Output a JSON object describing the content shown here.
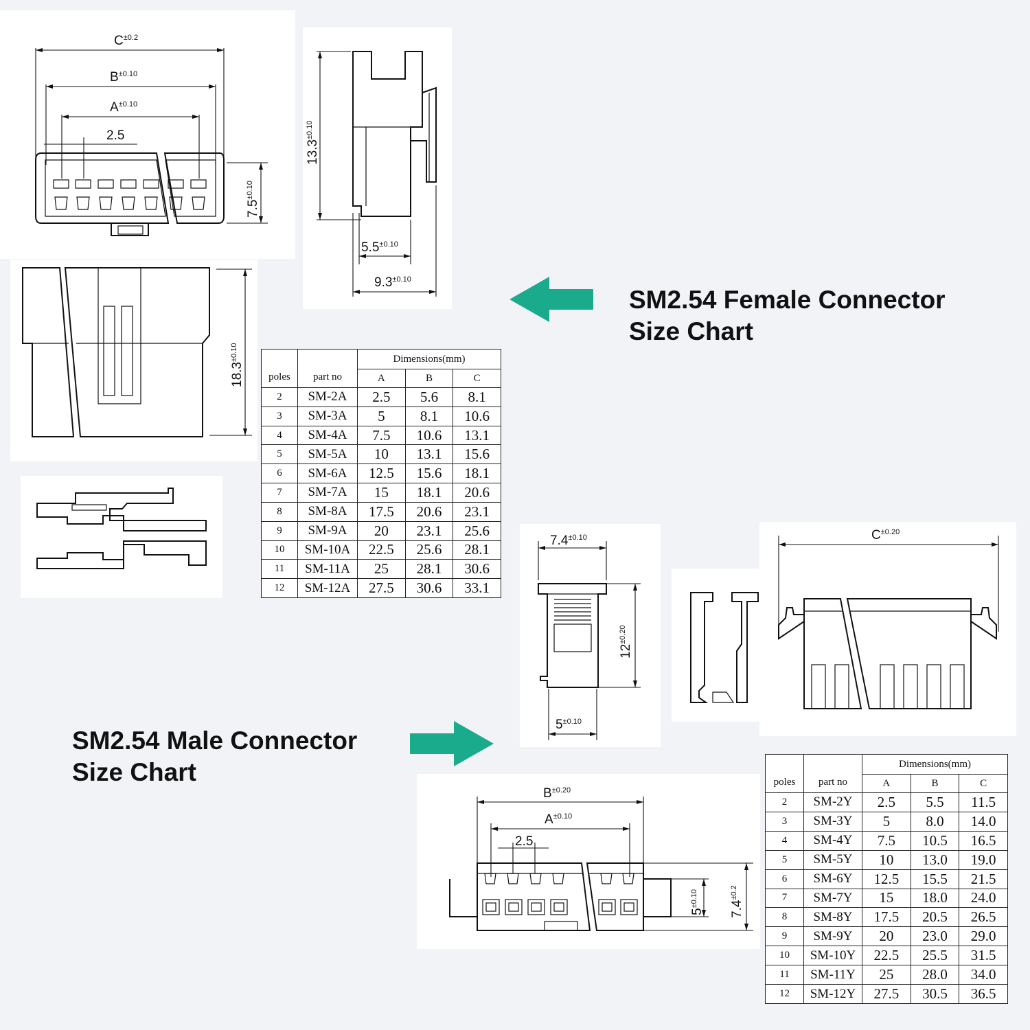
{
  "female": {
    "title_line1": "SM2.54 Female Connector",
    "title_line2": "Size Chart",
    "arrow_color": "#1aab8c",
    "front_view": {
      "dim_c": "C",
      "tol_c": "±0.2",
      "dim_b": "B",
      "tol_b": "±0.10",
      "dim_a": "A",
      "tol_a": "±0.10",
      "pitch": "2.5",
      "height": "7.5",
      "tol_height": "±0.10"
    },
    "side_view": {
      "height": "13.3",
      "tol_height": "±0.10",
      "width1": "5.5",
      "tol_width1": "±0.10",
      "width2": "9.3",
      "tol_width2": "±0.10"
    },
    "top_view": {
      "length": "18.3",
      "tol_length": "±0.10"
    },
    "table": {
      "col_poles": "poles",
      "col_part": "part no",
      "col_dims": "Dimensions(mm)",
      "col_a": "A",
      "col_b": "B",
      "col_c": "C",
      "rows": [
        {
          "poles": "2",
          "part": "SM-2A",
          "a": "2.5",
          "b": "5.6",
          "c": "8.1"
        },
        {
          "poles": "3",
          "part": "SM-3A",
          "a": "5",
          "b": "8.1",
          "c": "10.6"
        },
        {
          "poles": "4",
          "part": "SM-4A",
          "a": "7.5",
          "b": "10.6",
          "c": "13.1"
        },
        {
          "poles": "5",
          "part": "SM-5A",
          "a": "10",
          "b": "13.1",
          "c": "15.6"
        },
        {
          "poles": "6",
          "part": "SM-6A",
          "a": "12.5",
          "b": "15.6",
          "c": "18.1"
        },
        {
          "poles": "7",
          "part": "SM-7A",
          "a": "15",
          "b": "18.1",
          "c": "20.6"
        },
        {
          "poles": "8",
          "part": "SM-8A",
          "a": "17.5",
          "b": "20.6",
          "c": "23.1"
        },
        {
          "poles": "9",
          "part": "SM-9A",
          "a": "20",
          "b": "23.1",
          "c": "25.6"
        },
        {
          "poles": "10",
          "part": "SM-10A",
          "a": "22.5",
          "b": "25.6",
          "c": "28.1"
        },
        {
          "poles": "11",
          "part": "SM-11A",
          "a": "25",
          "b": "28.1",
          "c": "30.6"
        },
        {
          "poles": "12",
          "part": "SM-12A",
          "a": "27.5",
          "b": "30.6",
          "c": "33.1"
        }
      ]
    }
  },
  "male": {
    "title_line1": "SM2.54 Male Connector",
    "title_line2": "Size Chart",
    "arrow_color": "#1aab8c",
    "side_view": {
      "width": "7.4",
      "tol_width": "±0.10",
      "height": "12",
      "tol_height": "±0.20",
      "base": "5",
      "tol_base": "±0.10"
    },
    "top_view": {
      "dim_c": "C",
      "tol_c": "±0.20"
    },
    "front_view": {
      "dim_b": "B",
      "tol_b": "±0.20",
      "dim_a": "A",
      "tol_a": "±0.10",
      "pitch": "2.5",
      "h1": "5",
      "tol_h1": "±0.10",
      "h2": "7.4",
      "tol_h2": "±0.2"
    },
    "table": {
      "col_poles": "poles",
      "col_part": "part no",
      "col_dims": "Dimensions(mm)",
      "col_a": "A",
      "col_b": "B",
      "col_c": "C",
      "rows": [
        {
          "poles": "2",
          "part": "SM-2Y",
          "a": "2.5",
          "b": "5.5",
          "c": "11.5"
        },
        {
          "poles": "3",
          "part": "SM-3Y",
          "a": "5",
          "b": "8.0",
          "c": "14.0"
        },
        {
          "poles": "4",
          "part": "SM-4Y",
          "a": "7.5",
          "b": "10.5",
          "c": "16.5"
        },
        {
          "poles": "5",
          "part": "SM-5Y",
          "a": "10",
          "b": "13.0",
          "c": "19.0"
        },
        {
          "poles": "6",
          "part": "SM-6Y",
          "a": "12.5",
          "b": "15.5",
          "c": "21.5"
        },
        {
          "poles": "7",
          "part": "SM-7Y",
          "a": "15",
          "b": "18.0",
          "c": "24.0"
        },
        {
          "poles": "8",
          "part": "SM-8Y",
          "a": "17.5",
          "b": "20.5",
          "c": "26.5"
        },
        {
          "poles": "9",
          "part": "SM-9Y",
          "a": "20",
          "b": "23.0",
          "c": "29.0"
        },
        {
          "poles": "10",
          "part": "SM-10Y",
          "a": "22.5",
          "b": "25.5",
          "c": "31.5"
        },
        {
          "poles": "11",
          "part": "SM-11Y",
          "a": "25",
          "b": "28.0",
          "c": "34.0"
        },
        {
          "poles": "12",
          "part": "SM-12Y",
          "a": "27.5",
          "b": "30.5",
          "c": "36.5"
        }
      ]
    }
  }
}
